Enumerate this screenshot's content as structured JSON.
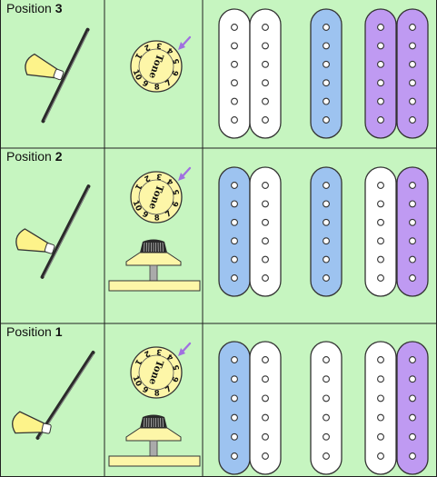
{
  "colors": {
    "background": "#c6f5c0",
    "grid_line": "#222222",
    "pickup_white": "#ffffff",
    "pickup_blue": "#9dc3f0",
    "pickup_purple": "#bf9af2",
    "knob_yellow": "#fdf6a8",
    "pick_yellow": "#fdf38a",
    "arrow": "#a070e0"
  },
  "knob": {
    "word": "Tone",
    "numbers": [
      "1",
      "2",
      "3",
      "4",
      "5",
      "6",
      "7",
      "8",
      "9",
      "10"
    ],
    "icon": "tone-knob-icon",
    "arrow_icon": "pointer-arrow-icon"
  },
  "rows": [
    {
      "id": "position-3",
      "label_prefix": "Position ",
      "label_number": "3",
      "shows_knob_side_view": false,
      "pickups": [
        {
          "left": "white",
          "right": "white"
        },
        {
          "single": "blue"
        },
        {
          "left": "purple",
          "right": "purple"
        }
      ]
    },
    {
      "id": "position-2",
      "label_prefix": "Position ",
      "label_number": "2",
      "shows_knob_side_view": true,
      "pickups": [
        {
          "left": "blue",
          "right": "white"
        },
        {
          "single": "blue"
        },
        {
          "left": "white",
          "right": "purple"
        }
      ]
    },
    {
      "id": "position-1",
      "label_prefix": "Position ",
      "label_number": "1",
      "shows_knob_side_view": true,
      "pickups": [
        {
          "left": "blue",
          "right": "white"
        },
        {
          "single": "white"
        },
        {
          "left": "white",
          "right": "purple"
        }
      ]
    }
  ]
}
